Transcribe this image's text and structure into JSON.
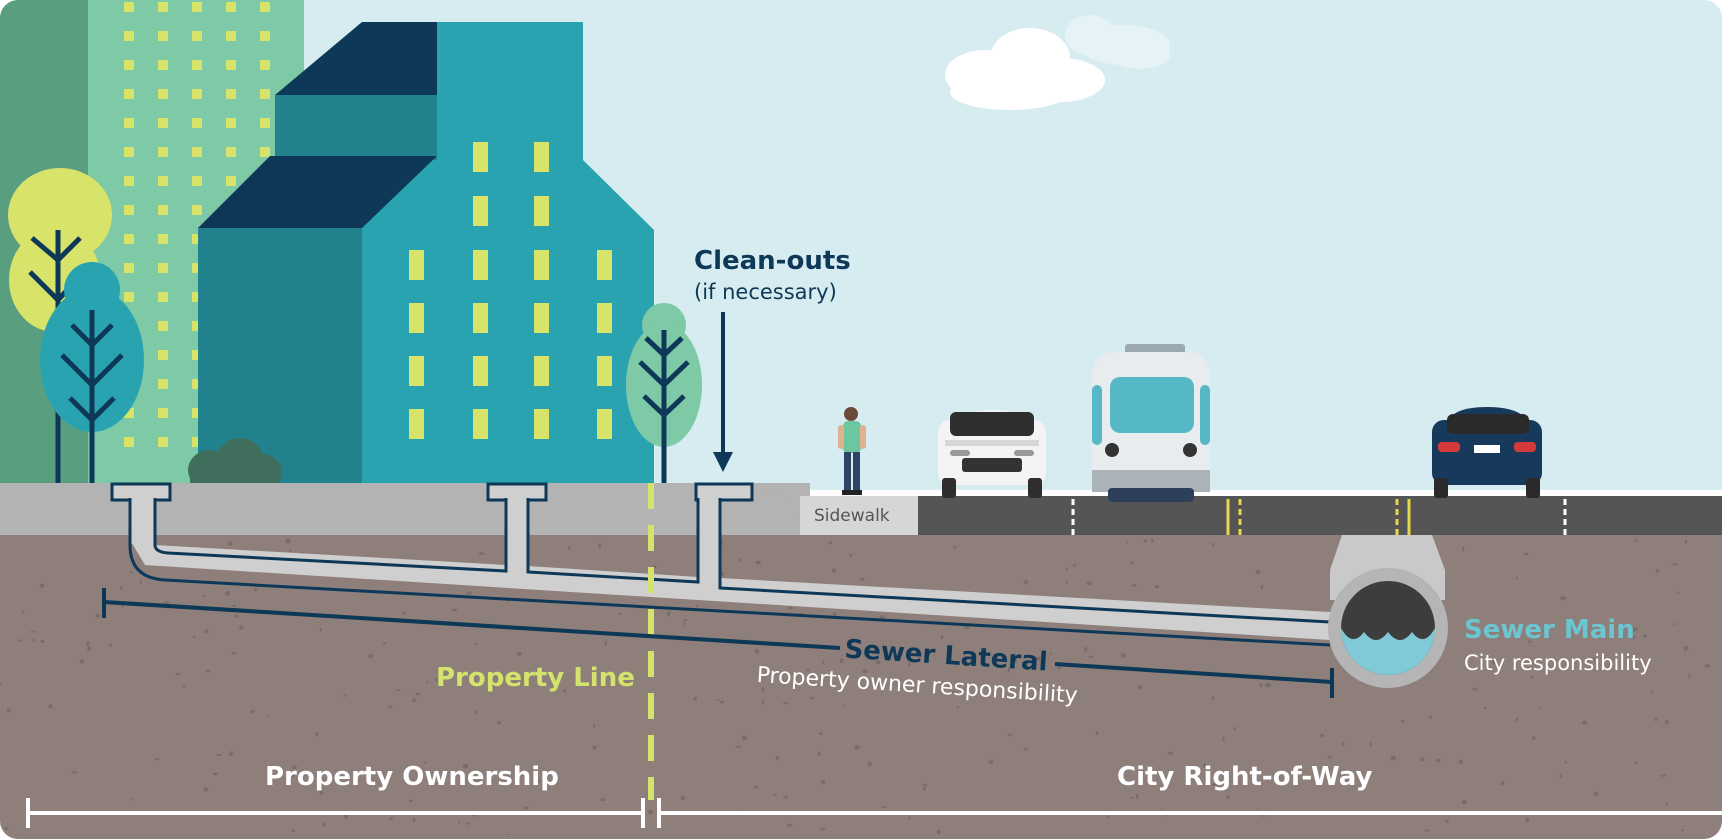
{
  "labels": {
    "cleanouts_title": "Clean-outs",
    "cleanouts_note": "(if necessary)",
    "sidewalk": "Sidewalk",
    "property_line": "Property Line",
    "sewer_lateral_title": "Sewer Lateral",
    "sewer_lateral_note": "Property owner responsibility",
    "sewer_main_title": "Sewer Main",
    "sewer_main_note": "City responsibility",
    "property_ownership": "Property Ownership",
    "city_right_of_way": "City Right-of-Way"
  },
  "colors": {
    "sky": "#d6ecf0",
    "soil": "#8e7f7b",
    "ground": "#b3b3b3",
    "road": "#555555",
    "pipe": "#cfcfcf",
    "outline": "#0d3857",
    "building_teal": "#2aa3b1",
    "building_dark": "#0d3857",
    "window_yellow": "#d8e36a",
    "property_line": "#d4e36b",
    "sewer_main_accent": "#6cc6d2",
    "white": "#ffffff"
  }
}
